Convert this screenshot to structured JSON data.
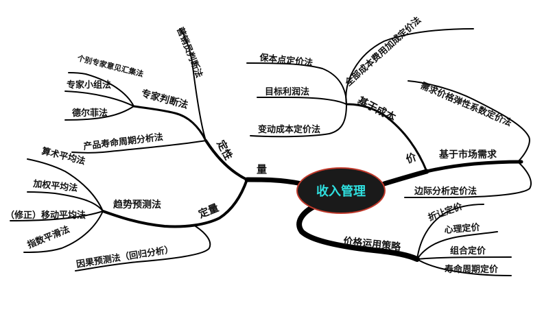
{
  "center": {
    "label": "收入管理",
    "fill": "#1a1a1a",
    "stroke": "#c0392b",
    "text_color": "#2fe0e0"
  },
  "left": {
    "liang": "量",
    "dingxing": {
      "label": "定性",
      "yingxiao": "营销员判断法",
      "zhuanjia": {
        "label": "专家判断法",
        "items": [
          "个别专家意见汇集法",
          "专家小组法",
          "德尔菲法"
        ]
      },
      "chanpin": "产品寿命周期分析法"
    },
    "dingliang": {
      "label": "定量",
      "qushi": {
        "label": "趋势预测法",
        "items": [
          "算术平均法",
          "加权平均法",
          "（修正）移动平均法",
          "指数平滑法"
        ]
      },
      "yinguo": "因果预测法（回归分析）"
    }
  },
  "right": {
    "jia": "价",
    "chengben": {
      "label": "基于成本",
      "items": [
        "全部成本费用加成定价法",
        "保本点定价法",
        "目标利润法",
        "变动成本定价法"
      ]
    },
    "shichang": {
      "label": "基于市场需求",
      "items": [
        "需求价格弹性系数定价法",
        "边际分析定价法"
      ]
    },
    "celue": {
      "label": "价格运用策略",
      "items": [
        "折让定价",
        "心理定价",
        "组合定价",
        "寿命周期定价"
      ]
    }
  }
}
